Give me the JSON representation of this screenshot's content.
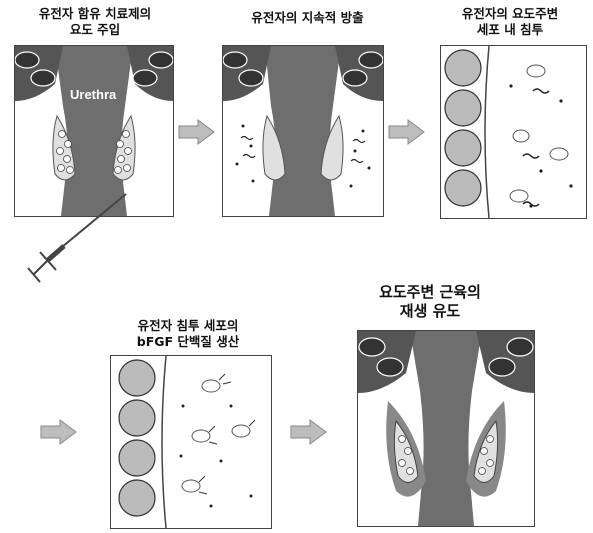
{
  "panels": [
    {
      "caption_lines": [
        "유전자 함유 치료제의",
        "요도 주입"
      ],
      "label": "Urethra"
    },
    {
      "caption_lines": [
        "유전자의 지속적 방출"
      ]
    },
    {
      "caption_lines": [
        "유전자의 요도주변",
        "세포 내 침투"
      ]
    },
    {
      "caption_lines": [
        "유전자 침투 세포의",
        "bFGF 단백질 생산"
      ]
    },
    {
      "caption_lines": [
        "요도주변 근육의",
        "재생 유도"
      ]
    }
  ],
  "colors": {
    "tissue": "#6e6e6e",
    "dark": "#333333",
    "light": "#f2f2f2",
    "arrow": "#bdbdbd"
  }
}
